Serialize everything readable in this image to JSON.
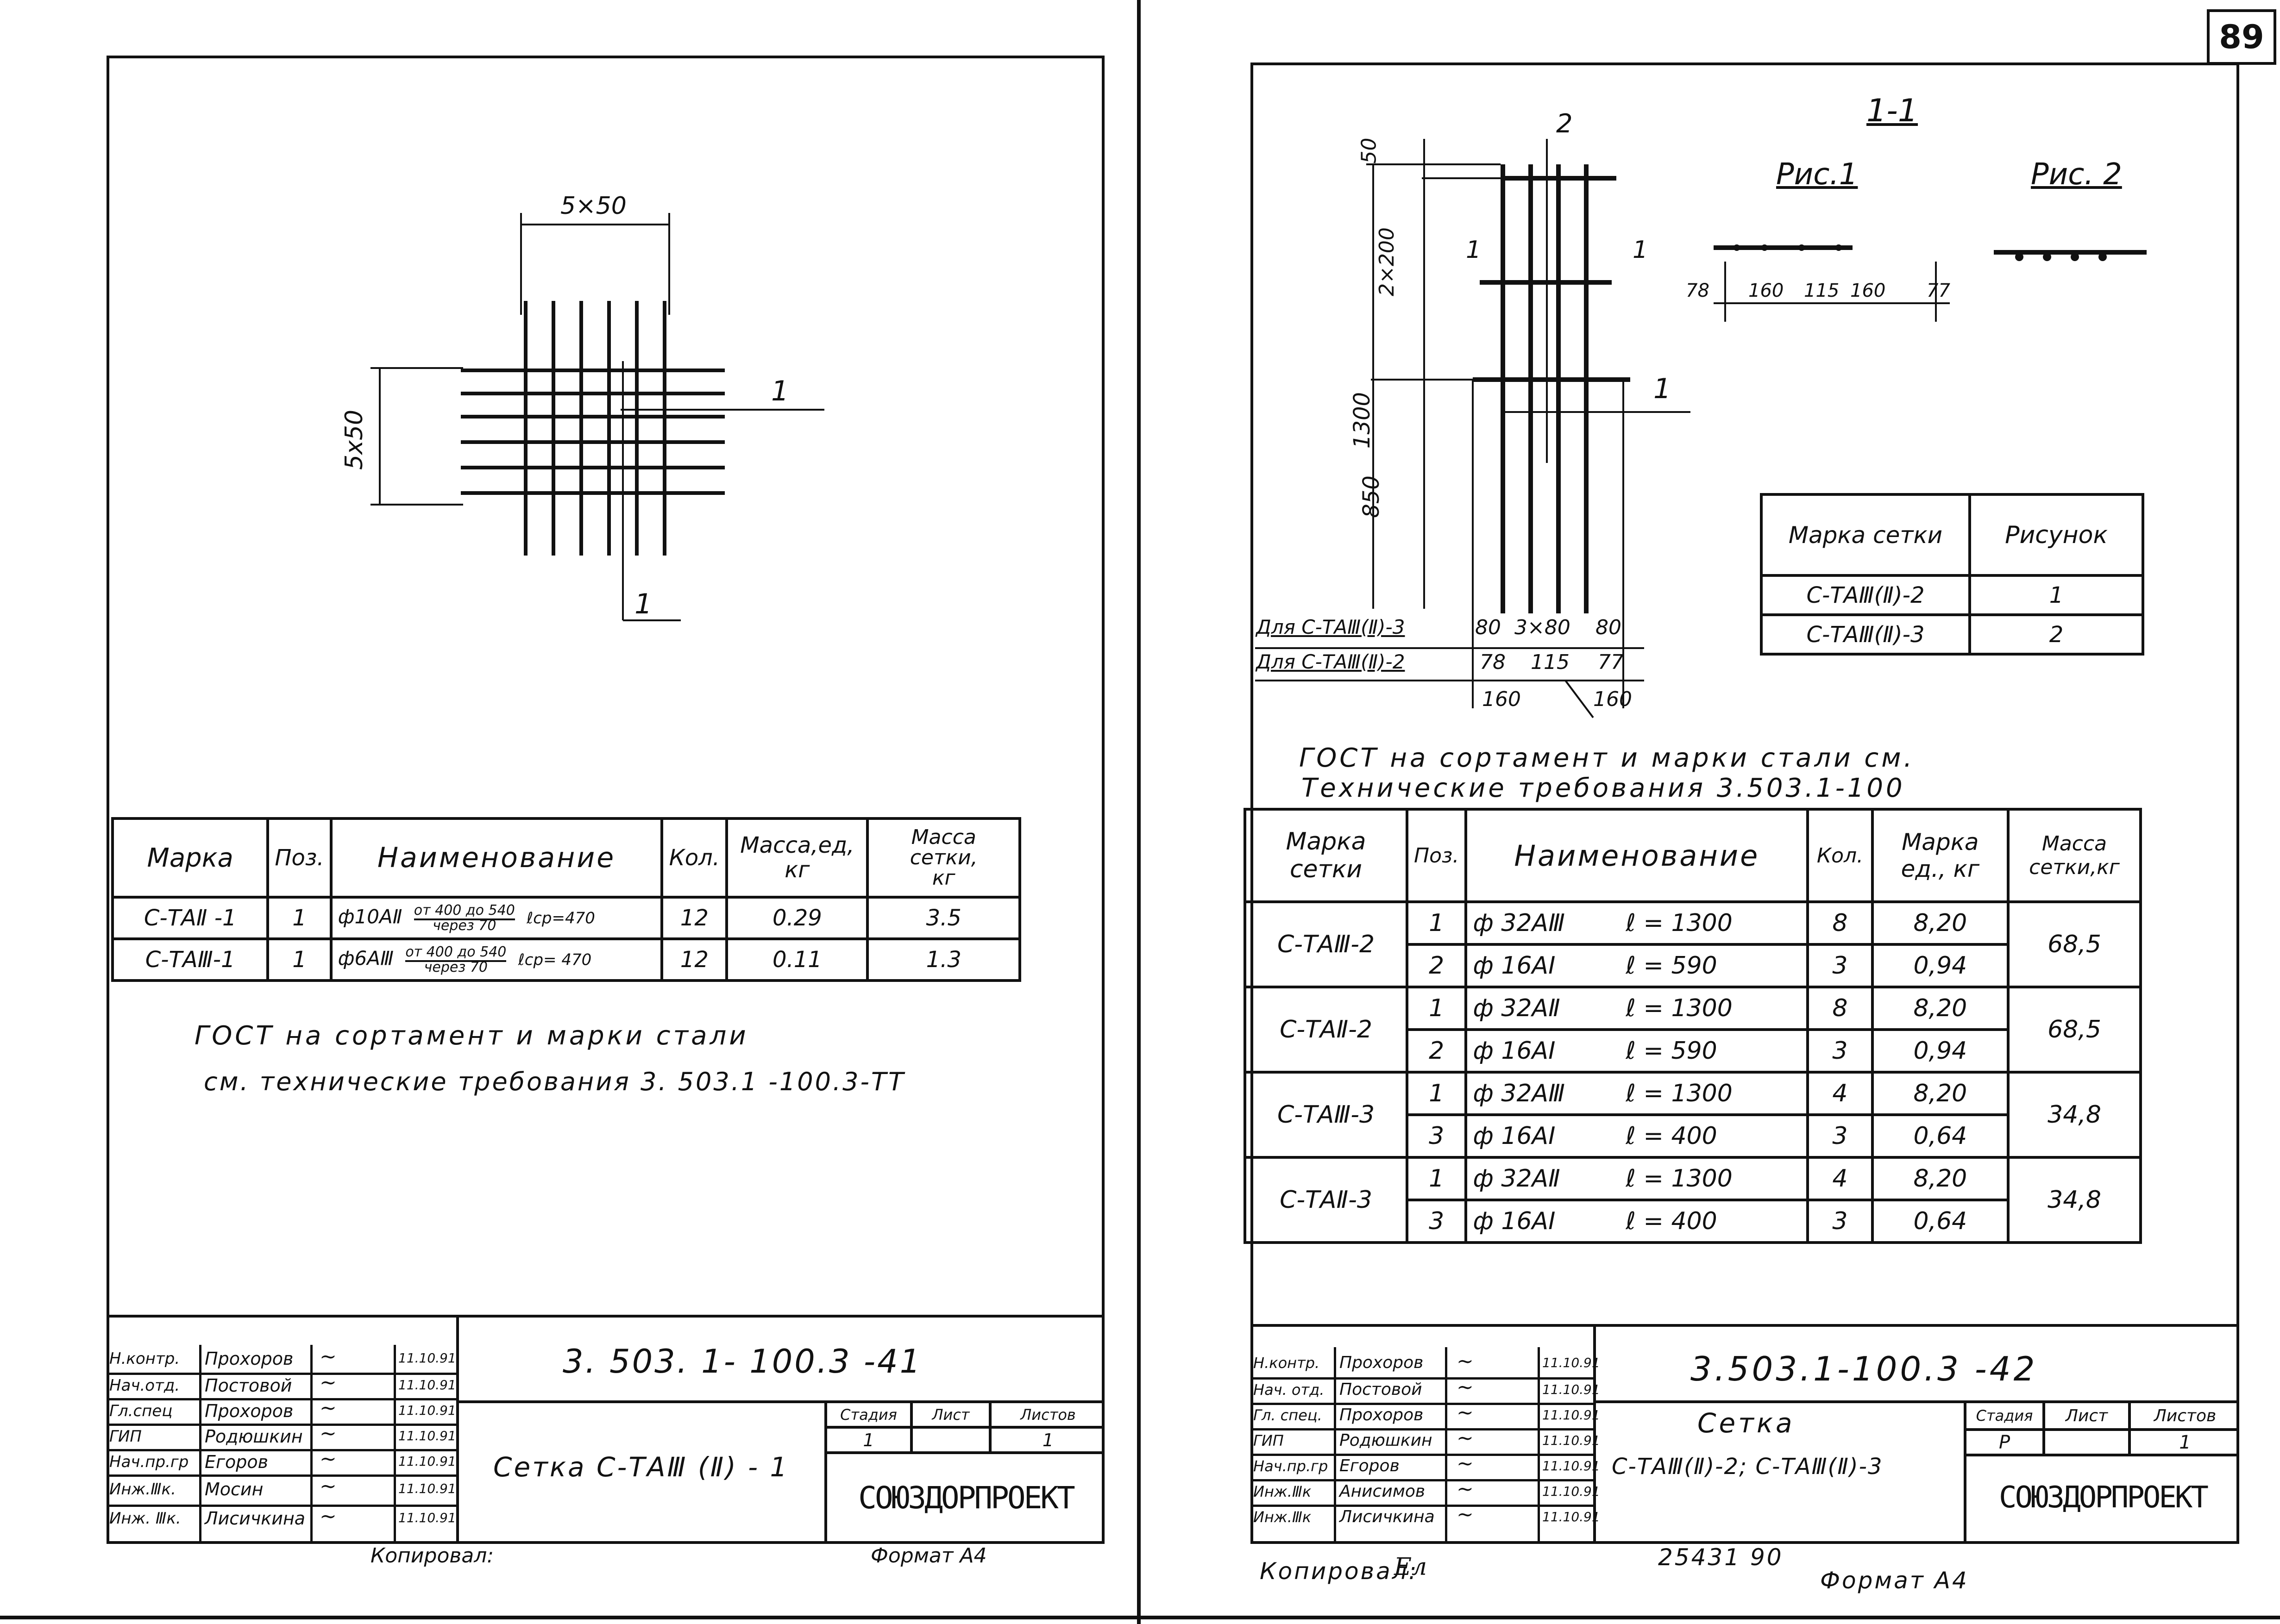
{
  "page_number": "89",
  "left": {
    "drawing": {
      "dim_top": "5×50",
      "dim_side": "5x50",
      "section_mark": "1"
    },
    "table": {
      "headers": {
        "mark": "Марка",
        "pos": "Поз.",
        "name": "Наименование",
        "qty": "Кол.",
        "mass_unit": "Масса,ед,",
        "mass_unit_2": "кг",
        "mass_mesh": "Масса",
        "mass_mesh_2": "сетки,",
        "mass_mesh_3": "кг"
      },
      "rows": [
        {
          "mark": "С-ТАⅡ -1",
          "pos": "1",
          "name": "ф10АⅡ",
          "note_top": "от 400 до 540",
          "note_bottom": "через 70",
          "length": "ℓср=470",
          "qty": "12",
          "mass_unit": "0.29",
          "mass_mesh": "3.5"
        },
        {
          "mark": "С-ТАⅢ-1",
          "pos": "1",
          "name": "ф6АⅢ",
          "note_top": "от 400 до 540",
          "note_bottom": "через 70",
          "length": "ℓср= 470",
          "qty": "12",
          "mass_unit": "0.11",
          "mass_mesh": "1.3"
        }
      ]
    },
    "note_line1": "ГОСТ на сортамент и марки стали",
    "note_line2": "см. технические требования 3. 503.1 -100.3-ТТ",
    "stamp": {
      "code": "3. 503. 1- 100.3 -41",
      "title": "Сетка С-ТАⅢ (Ⅱ) - 1",
      "stage_label": "Стадия",
      "sheet_label": "Лист",
      "sheets_label": "Листов",
      "stage": "1",
      "sheets": "1",
      "org": "СОЮЗДОРПРОЕКТ",
      "copied": "Копировал:",
      "format": "Формат А4",
      "people": [
        {
          "role": "Н.контр.",
          "name": "Прохоров",
          "date": "11.10.91"
        },
        {
          "role": "Нач.отд.",
          "name": "Постовой",
          "date": "11.10.91"
        },
        {
          "role": "Гл.спец",
          "name": "Прохоров",
          "date": "11.10.91"
        },
        {
          "role": "ГИП",
          "name": "Родюшкин",
          "date": "11.10.91"
        },
        {
          "role": "Нач.пр.гр",
          "name": "Егоров",
          "date": "11.10.91"
        },
        {
          "role": "Инж.Ⅲк.",
          "name": "Мосин",
          "date": "11.10.91"
        },
        {
          "role": "Инж. Ⅲк.",
          "name": "Лисичкина",
          "date": "11.10.91"
        }
      ]
    }
  },
  "right": {
    "section_title": "1-1",
    "fig1": "Рис.1",
    "fig2": "Рис. 2",
    "fig_dims": [
      "78",
      "160",
      "115",
      "160",
      "77"
    ],
    "dims": {
      "d50": "50",
      "d2x200": "2×200",
      "d1300": "1300",
      "d850": "850",
      "mark2": "2",
      "mark1": "1",
      "cut": "1"
    },
    "for_3": "Для С-ТАⅢ(Ⅱ)-3",
    "for_2": "Для С-ТАⅢ(Ⅱ)-2",
    "dims_3": [
      "80",
      "3×80",
      "80"
    ],
    "dims_2": [
      "78",
      "115",
      "77"
    ],
    "dims_bottom": [
      "160",
      "160"
    ],
    "mark_table": {
      "h1": "Марка сетки",
      "h2": "Рисунок",
      "rows": [
        {
          "mark": "С-ТАⅢ(Ⅱ)-2",
          "fig": "1"
        },
        {
          "mark": "С-ТАⅢ(Ⅱ)-3",
          "fig": "2"
        }
      ]
    },
    "note_line1": "ГОСТ на сортамент и марки стали см.",
    "note_line2": "Технические требования 3.503.1-100",
    "table": {
      "headers": {
        "mark": "Марка сетки",
        "pos": "Поз.",
        "name": "Наименование",
        "qty": "Кол.",
        "mass_unit": "Марка ед., кг",
        "mass_mesh": "Масса сетки,кг"
      },
      "groups": [
        {
          "mark": "С-ТАⅢ-2",
          "mass": "68,5",
          "rows": [
            {
              "pos": "1",
              "name": "ф 32АⅢ",
              "len": "ℓ = 1300",
              "qty": "8",
              "unit": "8,20"
            },
            {
              "pos": "2",
              "name": "ф 16АⅠ",
              "len": "ℓ = 590",
              "qty": "3",
              "unit": "0,94"
            }
          ]
        },
        {
          "mark": "С-ТАⅡ-2",
          "mass": "68,5",
          "rows": [
            {
              "pos": "1",
              "name": "ф 32АⅡ",
              "len": "ℓ = 1300",
              "qty": "8",
              "unit": "8,20"
            },
            {
              "pos": "2",
              "name": "ф 16АⅠ",
              "len": "ℓ = 590",
              "qty": "3",
              "unit": "0,94"
            }
          ]
        },
        {
          "mark": "С-ТАⅢ-3",
          "mass": "34,8",
          "rows": [
            {
              "pos": "1",
              "name": "ф 32АⅢ",
              "len": "ℓ = 1300",
              "qty": "4",
              "unit": "8,20"
            },
            {
              "pos": "3",
              "name": "ф 16АⅠ",
              "len": "ℓ = 400",
              "qty": "3",
              "unit": "0,64"
            }
          ]
        },
        {
          "mark": "С-ТАⅡ-3",
          "mass": "34,8",
          "rows": [
            {
              "pos": "1",
              "name": "ф 32АⅡ",
              "len": "ℓ = 1300",
              "qty": "4",
              "unit": "8,20"
            },
            {
              "pos": "3",
              "name": "ф 16АⅠ",
              "len": "ℓ = 400",
              "qty": "3",
              "unit": "0,64"
            }
          ]
        }
      ]
    },
    "stamp": {
      "code": "3.503.1-100.3 -42",
      "title1": "Сетка",
      "title2": "С-ТАⅢ(Ⅱ)-2; С-ТАⅢ(Ⅱ)-3",
      "stage_label": "Стадия",
      "sheet_label": "Лист",
      "sheets_label": "Листов",
      "stage": "Р",
      "sheets": "1",
      "org": "СОЮЗДОРПРОЕКТ",
      "copied": "Копировал:",
      "copied_sign": "Ел",
      "inv": "25431  90",
      "format": "Формат А4",
      "people": [
        {
          "role": "Н.контр.",
          "name": "Прохоров",
          "date": "11.10.91"
        },
        {
          "role": "Нач. отд.",
          "name": "Постовой",
          "date": "11.10.91"
        },
        {
          "role": "Гл. спец.",
          "name": "Прохоров",
          "date": "11.10.91"
        },
        {
          "role": "ГИП",
          "name": "Родюшкин",
          "date": "11.10.91"
        },
        {
          "role": "Нач.пр.гр",
          "name": "Егоров",
          "date": "11.10.91"
        },
        {
          "role": "Инж.Ⅲк",
          "name": "Анисимов",
          "date": "11.10.91"
        },
        {
          "role": "Инж.Ⅲк",
          "name": "Лисичкина",
          "date": "11.10.91"
        }
      ]
    }
  }
}
